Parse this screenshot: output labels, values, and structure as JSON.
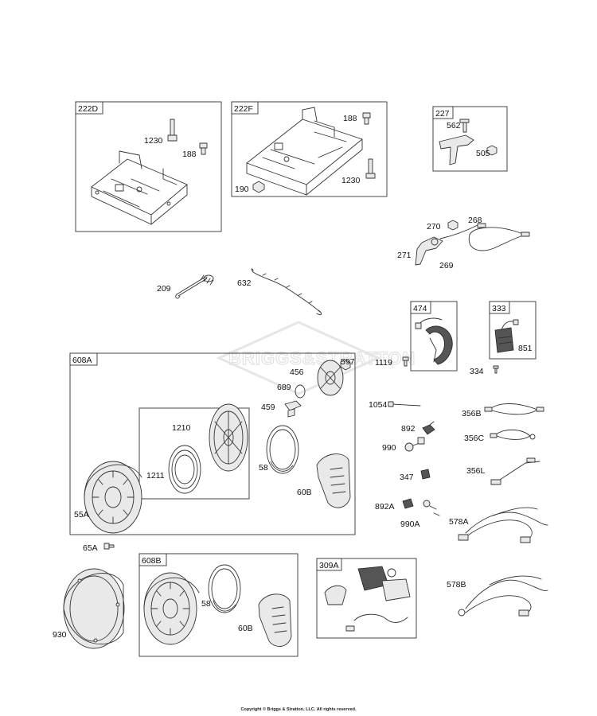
{
  "watermark": "BRIGGS&STRATTON",
  "copyright": "Copyright © Briggs & Stratton, LLC. All rights reserved.",
  "groups": {
    "g222D": "222D",
    "g222F": "222F",
    "g227": "227",
    "g474": "474",
    "g333": "333",
    "g608A": "608A",
    "g608B": "608B",
    "g309A": "309A"
  },
  "parts": {
    "p1230a": "1230",
    "p188a": "188",
    "p188b": "188",
    "p190": "190",
    "p1230b": "1230",
    "p562": "562",
    "p505": "505",
    "p270": "270",
    "p268": "268",
    "p271": "271",
    "p269": "269",
    "p209": "209",
    "p632": "632",
    "p1119": "1119",
    "p851": "851",
    "p334": "334",
    "p597": "597",
    "p456": "456",
    "p689": "689",
    "p459": "459",
    "p1210": "1210",
    "p1211": "1211",
    "p58a": "58",
    "p60Ba": "60B",
    "p55A": "55A",
    "p1054": "1054",
    "p356B": "356B",
    "p892": "892",
    "p356C": "356C",
    "p990": "990",
    "p347": "347",
    "p356L": "356L",
    "p892A": "892A",
    "p990A": "990A",
    "p578A": "578A",
    "p65A": "65A",
    "p930": "930",
    "p58b": "58",
    "p60Bb": "60B",
    "p578B": "578B"
  }
}
